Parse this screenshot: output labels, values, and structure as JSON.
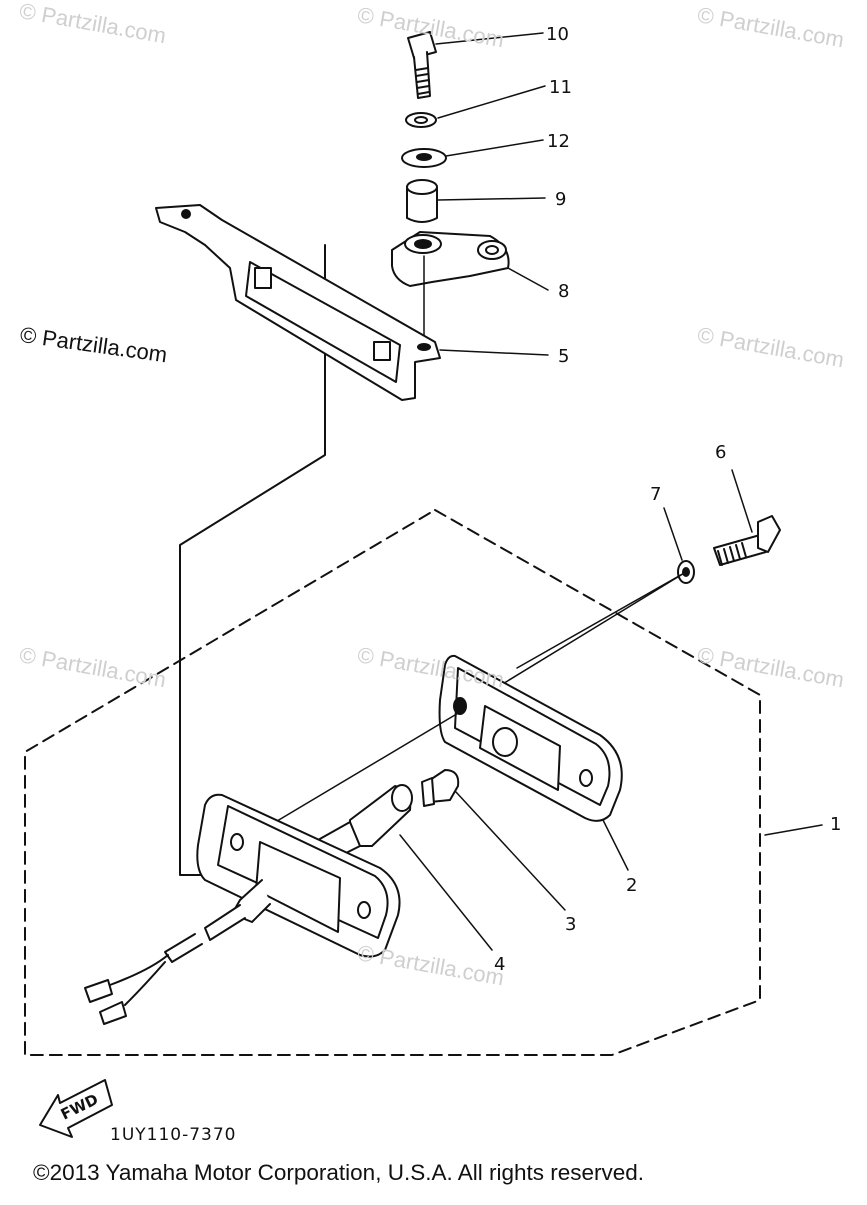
{
  "watermarks": [
    "© Partzilla.com",
    "© Partzilla.com",
    "© Partzilla.com",
    "© Partzilla.com",
    "© Partzilla.com",
    "© Partzilla.com",
    "© Partzilla.com",
    "© Partzilla.com"
  ],
  "watermark_prominent": "© Partzilla.com",
  "callouts": [
    "10",
    "11",
    "12",
    "9",
    "8",
    "5",
    "6",
    "7",
    "1",
    "2",
    "3",
    "4"
  ],
  "fwd_label": "FWD",
  "diagram_code": "1UY110-7370",
  "copyright": "©2013  Yamaha Motor Corporation, U.S.A. All rights reserved."
}
